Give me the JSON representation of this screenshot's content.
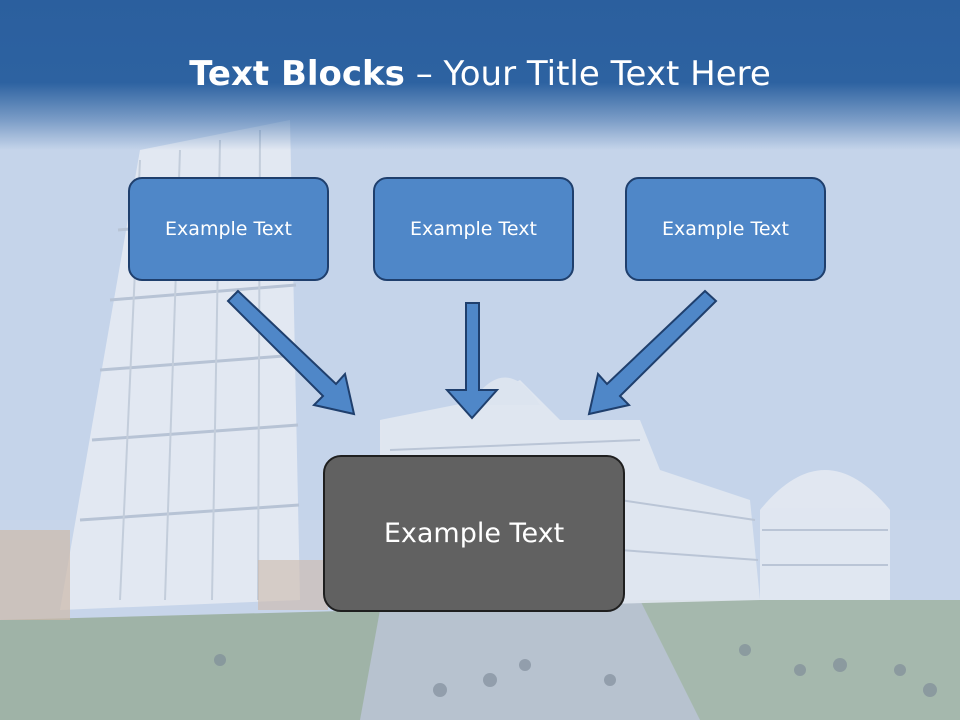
{
  "slide": {
    "title_bold": "Text Blocks",
    "title_rest": " – Your Title Text Here"
  },
  "blocks": [
    {
      "label": "Example Text"
    },
    {
      "label": "Example Text"
    },
    {
      "label": "Example Text"
    }
  ],
  "main_block": {
    "label": "Example Text"
  },
  "colors": {
    "header": "#2b5f9e",
    "block_fill": "#4f87c8",
    "block_border": "#1f3f6d",
    "main_fill": "#616161",
    "arrow_fill": "#4f87c8"
  }
}
